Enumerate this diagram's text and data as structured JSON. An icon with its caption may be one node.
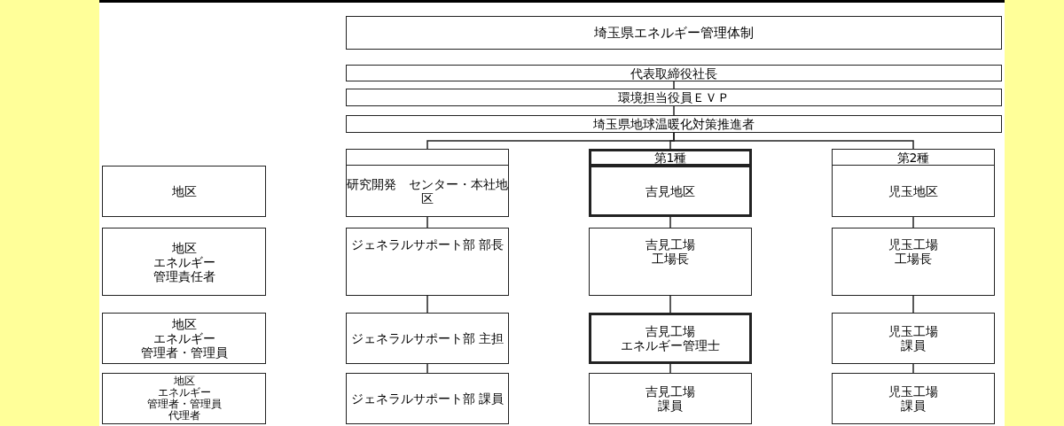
{
  "diagram": {
    "nodes": [
      {
        "text": [
          "埼玉県エネルギー管理体制"
        ]
      },
      {
        "text": [
          "代表取締役社長"
        ]
      },
      {
        "text": [
          "環境担当役員ＥＶＰ"
        ]
      },
      {
        "text": [
          "埼玉県地球温暖化対策推進者"
        ]
      },
      {
        "text": [],
        "shape": "box"
      },
      {
        "text": [
          "第1種"
        ]
      },
      {
        "text": [
          "第2種"
        ]
      },
      {
        "text": [
          "地区"
        ]
      },
      {
        "text": [
          "研究開発　センター・本社地区"
        ]
      },
      {
        "text": [
          "吉見地区"
        ]
      },
      {
        "text": [
          "児玉地区"
        ]
      },
      {
        "text": [
          "地区",
          "エネルギー",
          "管理責任者"
        ]
      },
      {
        "text": [
          "ジェネラルサポート部 部長"
        ]
      },
      {
        "text": [
          "吉見工場",
          "工場長"
        ]
      },
      {
        "text": [
          "児玉工場",
          "工場長"
        ]
      },
      {
        "text": [
          "地区",
          "エネルギー",
          "管理者・管理員"
        ]
      },
      {
        "text": [
          "ジェネラルサポート部 主担"
        ]
      },
      {
        "text": [
          "吉見工場",
          "エネルギー管理士"
        ]
      },
      {
        "text": [
          "児玉工場",
          "課員"
        ]
      },
      {
        "text": [
          "地区",
          "エネルギー",
          "管理者・管理員",
          "代理者"
        ]
      },
      {
        "text": [
          "ジェネラルサポート部 課員"
        ]
      },
      {
        "text": [
          "吉見工場",
          "課員"
        ]
      },
      {
        "text": [
          "児玉工場",
          "課員"
        ]
      }
    ],
    "edges": [
      {
        "from": 1,
        "to": 2,
        "arrow": "none"
      },
      {
        "from": 2,
        "to": 3,
        "arrow": "none"
      },
      {
        "from": 3,
        "to": 4,
        "arrow": "none"
      },
      {
        "from": 3,
        "to": 5,
        "arrow": "none"
      },
      {
        "from": 3,
        "to": 6,
        "arrow": "none"
      },
      {
        "from": 8,
        "to": 12,
        "arrow": "none"
      },
      {
        "from": 12,
        "to": 16,
        "arrow": "none"
      },
      {
        "from": 16,
        "to": 20,
        "arrow": "none"
      },
      {
        "from": 9,
        "to": 13,
        "arrow": "none"
      },
      {
        "from": 13,
        "to": 17,
        "arrow": "none"
      },
      {
        "from": 17,
        "to": 21,
        "arrow": "none"
      },
      {
        "from": 10,
        "to": 14,
        "arrow": "none"
      },
      {
        "from": 14,
        "to": 18,
        "arrow": "none"
      },
      {
        "from": 18,
        "to": 22,
        "arrow": "none"
      }
    ]
  }
}
